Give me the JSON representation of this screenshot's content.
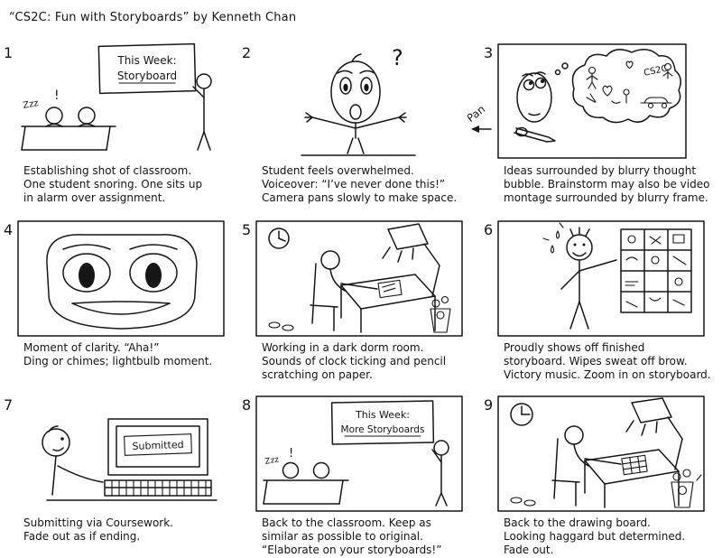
{
  "page": {
    "title": "“CS2C: Fun with Storyboards” by Kenneth Chan"
  },
  "panels": [
    {
      "number": "1",
      "caption": "Establishing shot of classroom.\nOne student snoring. One sits up\nin alarm over assignment.",
      "labels": {
        "board_line1": "This Week:",
        "board_line2": "Storyboard",
        "zzz": "Zzz",
        "alarm": "!"
      }
    },
    {
      "number": "2",
      "caption": "Student feels overwhelmed.\nVoiceover: “I’ve never done this!”\nCamera pans slowly to make space.",
      "labels": {
        "question": "?"
      }
    },
    {
      "number": "3",
      "caption": "Ideas surrounded by blurry thought\nbubble. Brainstorm may also be video\nmontage surrounded by blurry frame.",
      "labels": {
        "pan": "Pan",
        "bubble_label": "CS2C"
      }
    },
    {
      "number": "4",
      "caption": "Moment of clarity. “Aha!”\nDing or chimes; lightbulb moment.",
      "labels": {}
    },
    {
      "number": "5",
      "caption": "Working in a dark dorm room.\nSounds of clock ticking and pencil\nscratching on paper.",
      "labels": {}
    },
    {
      "number": "6",
      "caption": "Proudly shows off finished\nstoryboard. Wipes sweat off brow.\nVictory music. Zoom in on storyboard.",
      "labels": {}
    },
    {
      "number": "7",
      "caption": "Submitting via Coursework.\nFade out as if ending.",
      "labels": {
        "screen": "Submitted"
      }
    },
    {
      "number": "8",
      "caption": "Back to the classroom. Keep as\nsimilar as possible to original.\n“Elaborate on your storyboards!”",
      "labels": {
        "board_line1": "This Week:",
        "board_line2": "More Storyboards",
        "zzz": "Zzz",
        "alarm": "!"
      }
    },
    {
      "number": "9",
      "caption": "Back to the drawing board.\nLooking haggard but determined.\nFade out.",
      "labels": {}
    }
  ]
}
